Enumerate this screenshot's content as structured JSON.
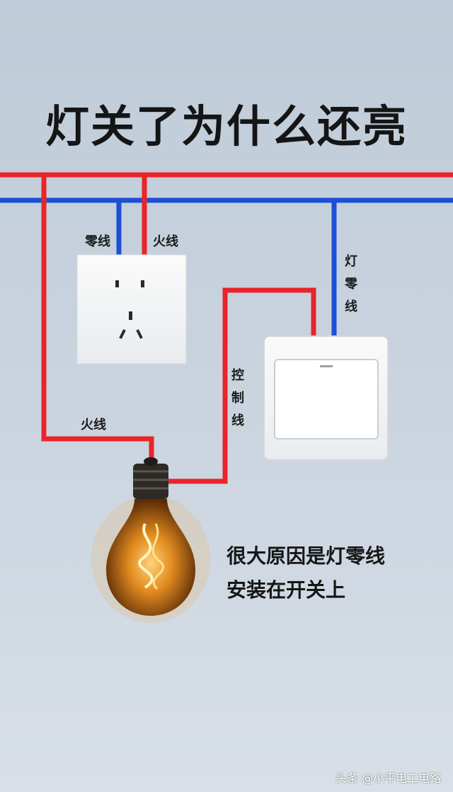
{
  "title": "灯关了为什么还亮",
  "labels": {
    "neutral": "零线",
    "live_socket": "火线",
    "live_bulb": "火线",
    "lamp_neutral": "灯零线",
    "control": "控制线"
  },
  "note": {
    "line1": "很大原因是灯零线",
    "line2": "安装在开关上"
  },
  "watermark": "头条 @小平电工电路",
  "colors": {
    "live_wire": "#e8252a",
    "neutral_wire": "#1d4fd6"
  },
  "icons": [
    "socket-icon",
    "switch-icon",
    "light-bulb-icon"
  ]
}
